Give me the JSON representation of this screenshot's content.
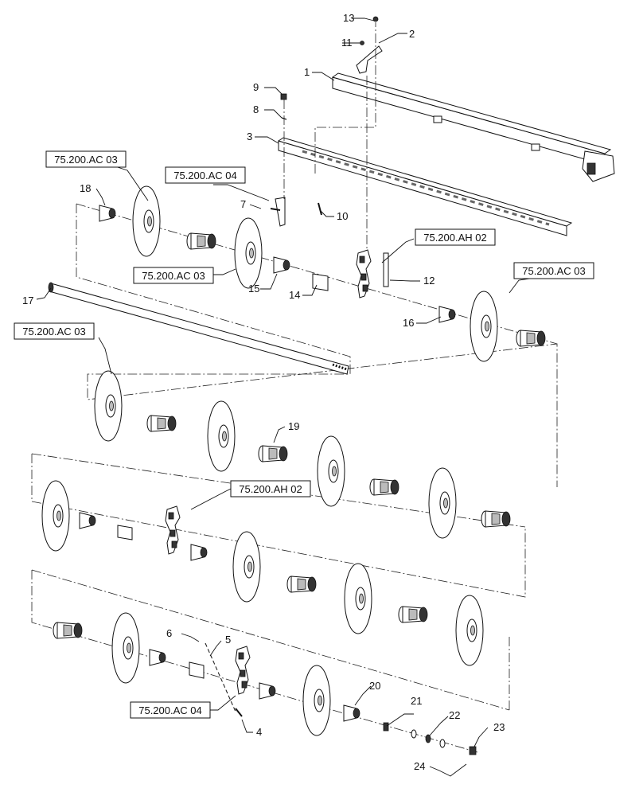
{
  "callouts": {
    "n1": "1",
    "n2": "2",
    "n3": "3",
    "n4": "4",
    "n5": "5",
    "n6": "6",
    "n7": "7",
    "n8": "8",
    "n9": "9",
    "n10": "10",
    "n11": "11",
    "n12": "12",
    "n13": "13",
    "n14": "14",
    "n15": "15",
    "n16": "16",
    "n17": "17",
    "n18": "18",
    "n19": "19",
    "n20": "20",
    "n21": "21",
    "n22": "22",
    "n23": "23",
    "n24": "24"
  },
  "references": {
    "ref_ac03_top_left": "75.200.AC 03",
    "ref_ac04_top": "75.200.AC 04",
    "ref_ac03_mid": "75.200.AC 03",
    "ref_ah02_top": "75.200.AH 02",
    "ref_ac03_right": "75.200.AC 03",
    "ref_ac03_left": "75.200.AC 03",
    "ref_ah02_mid": "75.200.AH 02",
    "ref_ac04_bottom": "75.200.AC 04"
  }
}
